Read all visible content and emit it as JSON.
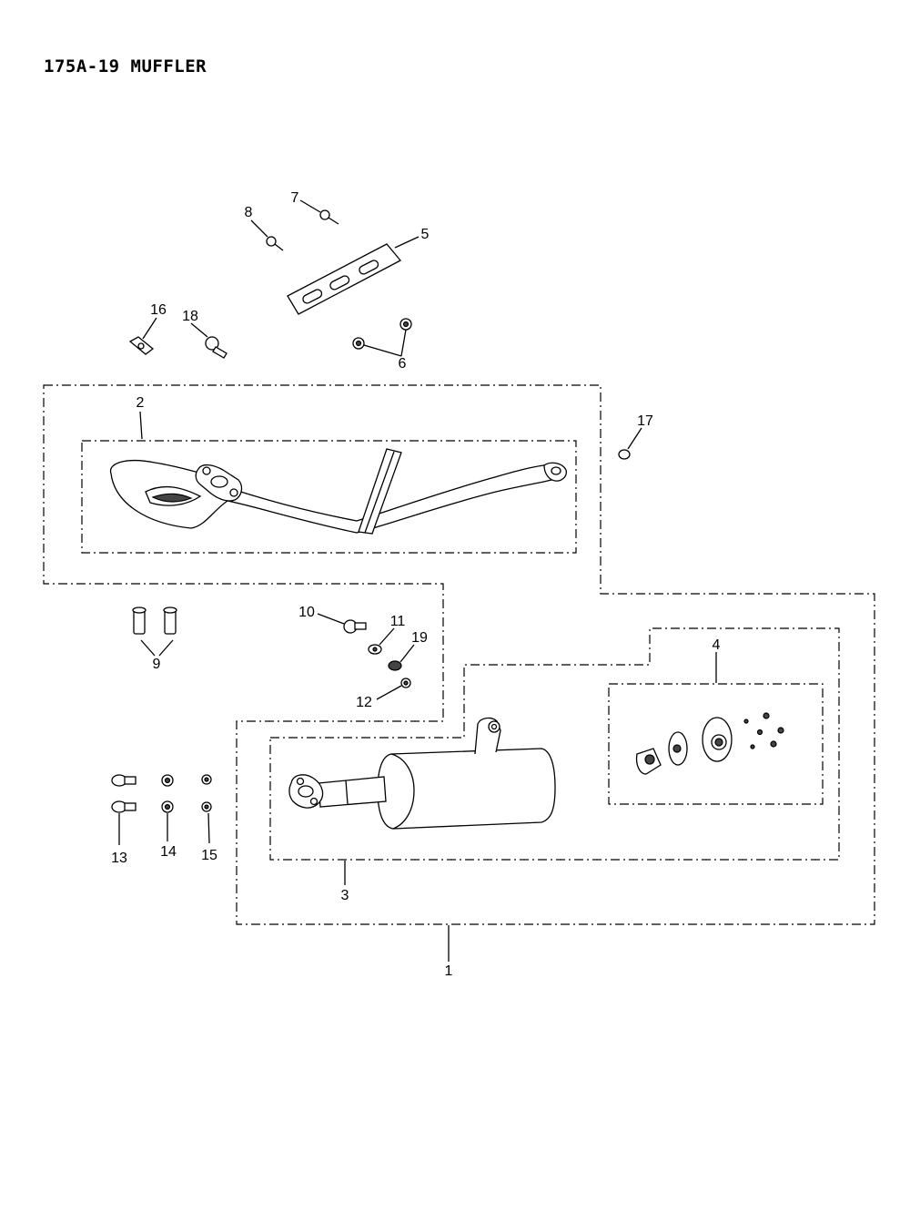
{
  "header": {
    "title": "175A-19 MUFFLER"
  },
  "callouts": {
    "c1": "1",
    "c2": "2",
    "c3": "3",
    "c4": "4",
    "c5": "5",
    "c6": "6",
    "c7": "7",
    "c8": "8",
    "c9": "9",
    "c10": "10",
    "c11": "11",
    "c12": "12",
    "c13": "13",
    "c14": "14",
    "c15": "15",
    "c16": "16",
    "c17": "17",
    "c18": "18",
    "c19": "19"
  }
}
